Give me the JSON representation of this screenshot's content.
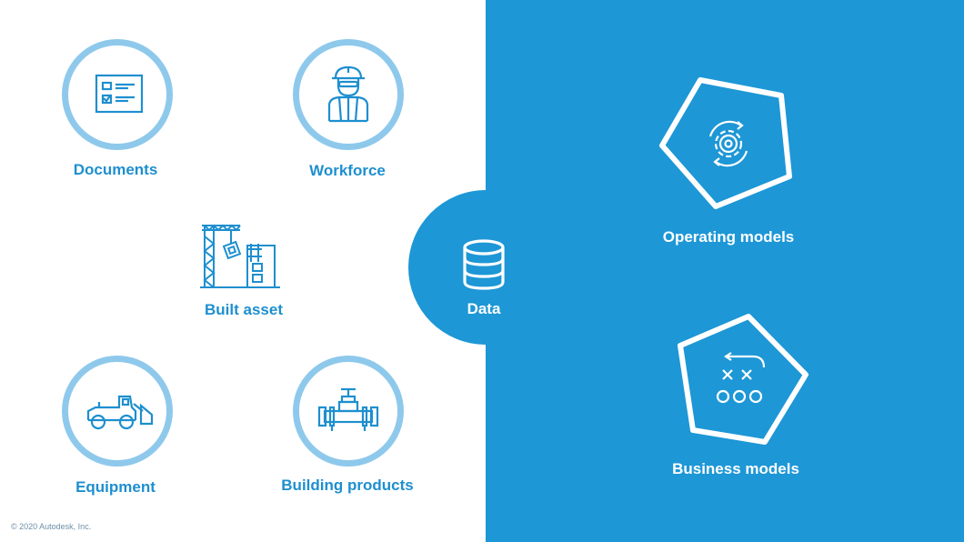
{
  "nodes": {
    "documents": {
      "label": "Documents",
      "icon": "document-checklist-icon"
    },
    "workforce": {
      "label": "Workforce",
      "icon": "construction-worker-icon"
    },
    "built_asset": {
      "label": "Built asset",
      "icon": "crane-building-icon"
    },
    "equipment": {
      "label": "Equipment",
      "icon": "wheel-loader-icon"
    },
    "building_products": {
      "label": "Building products",
      "icon": "pipe-valve-icon"
    },
    "data": {
      "label": "Data",
      "icon": "database-icon"
    },
    "operating_models": {
      "label": "Operating models",
      "icon": "gear-cycle-icon"
    },
    "business_models": {
      "label": "Business models",
      "icon": "playbook-strategy-icon"
    }
  },
  "footer": {
    "copyright": "© 2020 Autodesk, Inc."
  },
  "colors": {
    "accent_blue": "#1d97d6",
    "ring_blue": "#8ec9ec",
    "label_blue": "#1e8fcf",
    "white": "#ffffff"
  }
}
